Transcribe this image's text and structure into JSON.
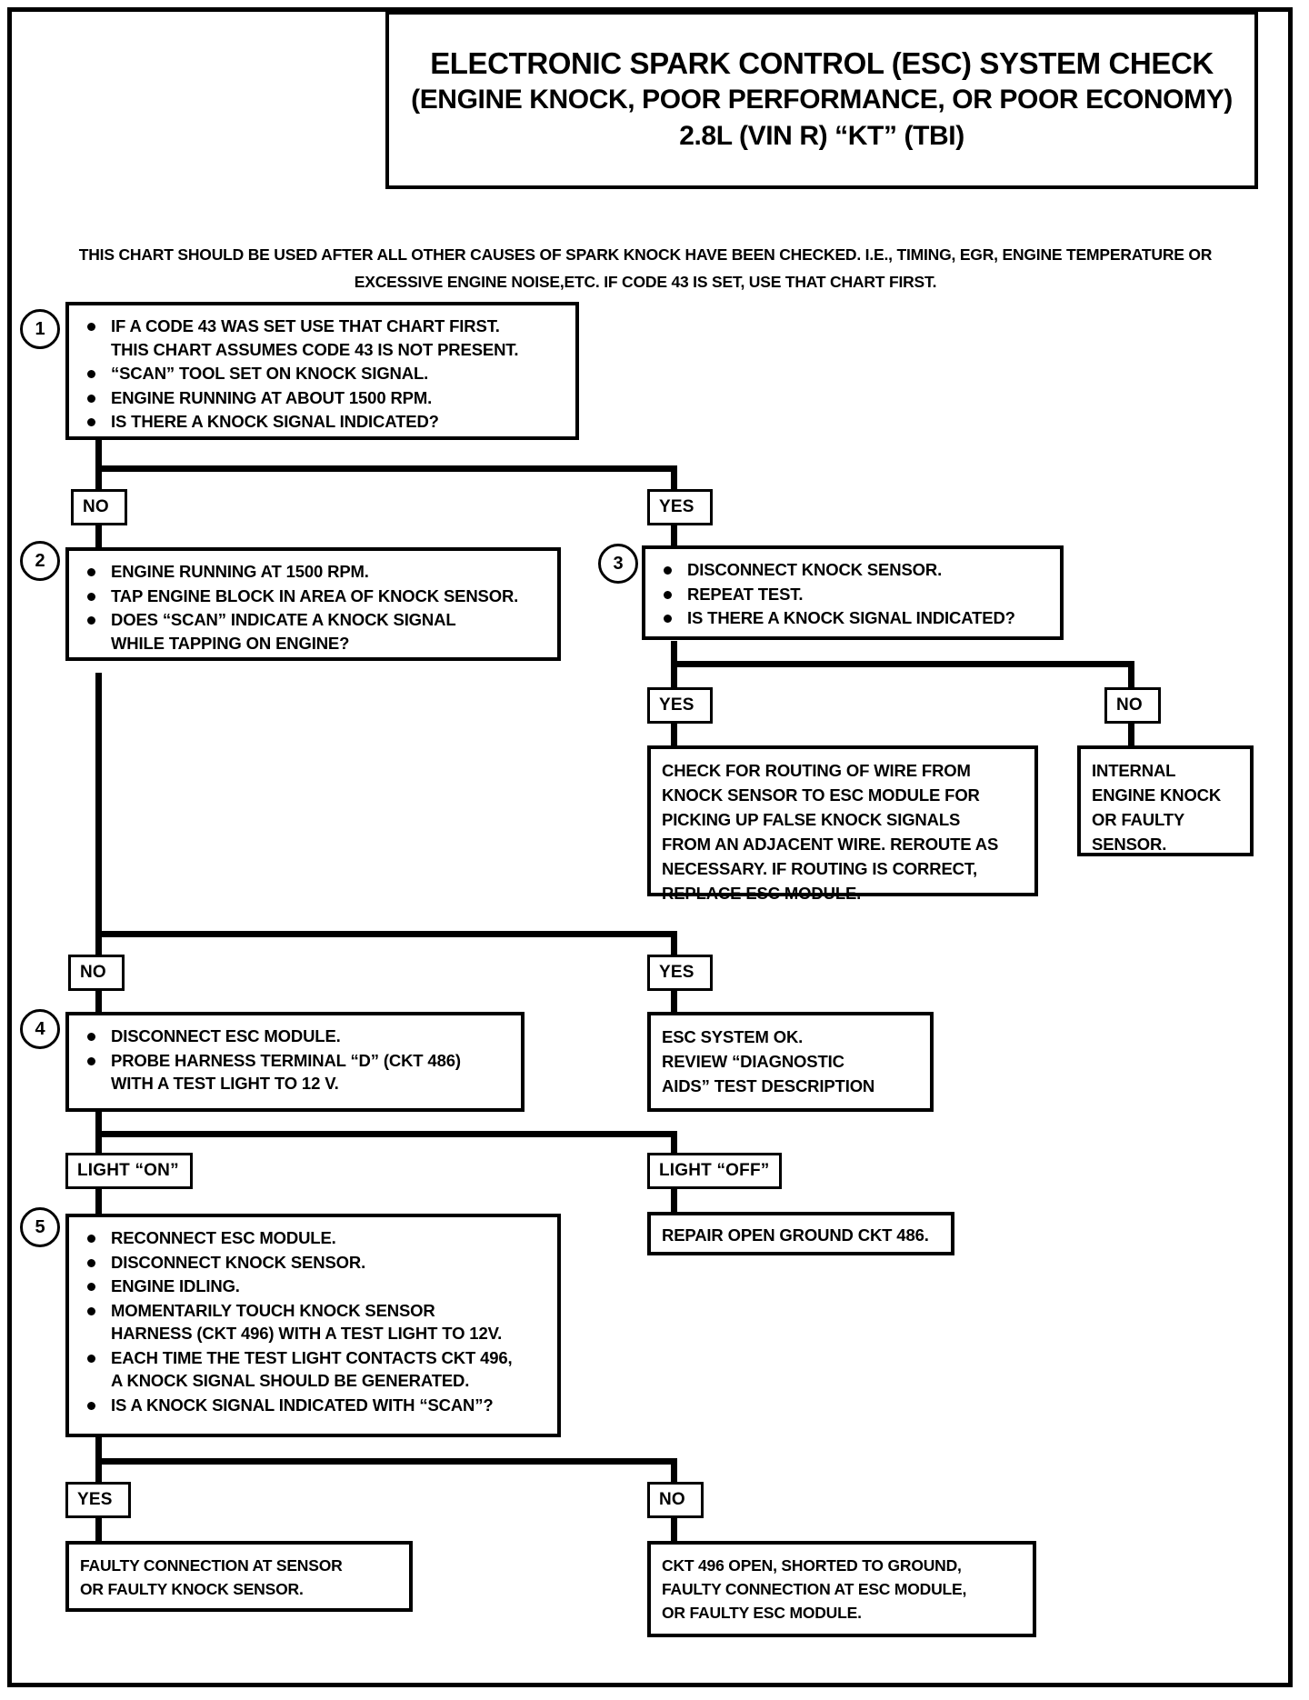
{
  "title": {
    "line1": "ELECTRONIC SPARK CONTROL (ESC) SYSTEM CHECK",
    "line2": "(ENGINE KNOCK, POOR PERFORMANCE, OR POOR ECONOMY)",
    "line3": "2.8L  (VIN R)  “KT”  (TBI)"
  },
  "intro": "THIS CHART SHOULD BE USED AFTER ALL OTHER CAUSES OF SPARK KNOCK HAVE BEEN CHECKED.  I.E., TIMING, EGR, ENGINE TEMPERATURE OR EXCESSIVE ENGINE NOISE,ETC.  IF CODE 43 IS SET, USE THAT CHART FIRST.",
  "steps": {
    "s1": {
      "number": "1",
      "bullets": [
        "IF A CODE 43 WAS SET USE THAT CHART FIRST.\nTHIS CHART ASSUMES CODE 43 IS NOT PRESENT.",
        "“SCAN” TOOL SET ON KNOCK SIGNAL.",
        "ENGINE RUNNING AT ABOUT 1500 RPM.",
        "IS THERE A KNOCK SIGNAL INDICATED?"
      ]
    },
    "s2": {
      "number": "2",
      "bullets": [
        "ENGINE RUNNING AT 1500 RPM.",
        "TAP ENGINE BLOCK IN AREA OF KNOCK SENSOR.",
        "DOES “SCAN” INDICATE A KNOCK SIGNAL\nWHILE TAPPING ON ENGINE?"
      ]
    },
    "s3": {
      "number": "3",
      "bullets": [
        "DISCONNECT KNOCK SENSOR.",
        "REPEAT TEST.",
        "IS THERE A KNOCK SIGNAL INDICATED?"
      ]
    },
    "s4": {
      "number": "4",
      "bullets": [
        "DISCONNECT ESC MODULE.",
        "PROBE HARNESS TERMINAL “D” (CKT 486)\nWITH A TEST LIGHT TO 12 V."
      ]
    },
    "s5": {
      "number": "5",
      "bullets": [
        "RECONNECT ESC MODULE.",
        "DISCONNECT KNOCK SENSOR.",
        "ENGINE IDLING.",
        "MOMENTARILY TOUCH KNOCK SENSOR\nHARNESS (CKT 496) WITH A TEST LIGHT TO 12V.",
        "EACH TIME THE TEST LIGHT CONTACTS CKT 496,\nA KNOCK SIGNAL SHOULD BE GENERATED.",
        "IS A KNOCK SIGNAL INDICATED WITH “SCAN”?"
      ]
    }
  },
  "labels": {
    "no_1": "NO",
    "yes_1": "YES",
    "yes_3": "YES",
    "no_3": "NO",
    "no_2": "NO",
    "yes_2": "YES",
    "light_on": "LIGHT “ON”",
    "light_off": "LIGHT “OFF”",
    "yes_5": "YES",
    "no_5": "NO"
  },
  "outcomes": {
    "routing": "CHECK FOR ROUTING OF WIRE FROM\nKNOCK SENSOR TO ESC MODULE FOR\nPICKING UP FALSE KNOCK SIGNALS\nFROM AN ADJACENT WIRE.  REROUTE AS\nNECESSARY. IF ROUTING IS CORRECT,\nREPLACE ESC MODULE.",
    "internal": "INTERNAL\nENGINE KNOCK\nOR FAULTY\nSENSOR.",
    "system_ok": "ESC SYSTEM OK.\nREVIEW “DIAGNOSTIC\nAIDS” TEST DESCRIPTION",
    "repair_open": "REPAIR OPEN GROUND CKT 486.",
    "faulty_connection": "FAULTY CONNECTION AT SENSOR\nOR FAULTY KNOCK SENSOR.",
    "ckt496": "CKT 496 OPEN, SHORTED TO GROUND,\nFAULTY CONNECTION AT ESC MODULE,\nOR FAULTY ESC MODULE."
  }
}
